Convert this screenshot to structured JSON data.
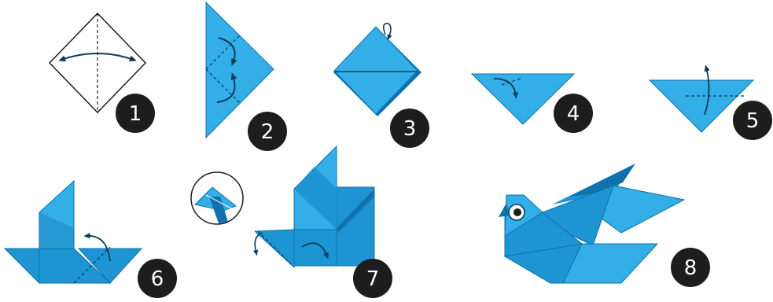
{
  "colors": {
    "blue_light": "#33aee6",
    "blue_mid": "#1d95d2",
    "blue_dark": "#0f72ad",
    "outline": "#0b3a5c",
    "badge": "#1d1d1d",
    "badge_text": "#ffffff"
  },
  "steps": [
    {
      "number": "1"
    },
    {
      "number": "2"
    },
    {
      "number": "3"
    },
    {
      "number": "4"
    },
    {
      "number": "5"
    },
    {
      "number": "6"
    },
    {
      "number": "7"
    },
    {
      "number": "8"
    }
  ]
}
